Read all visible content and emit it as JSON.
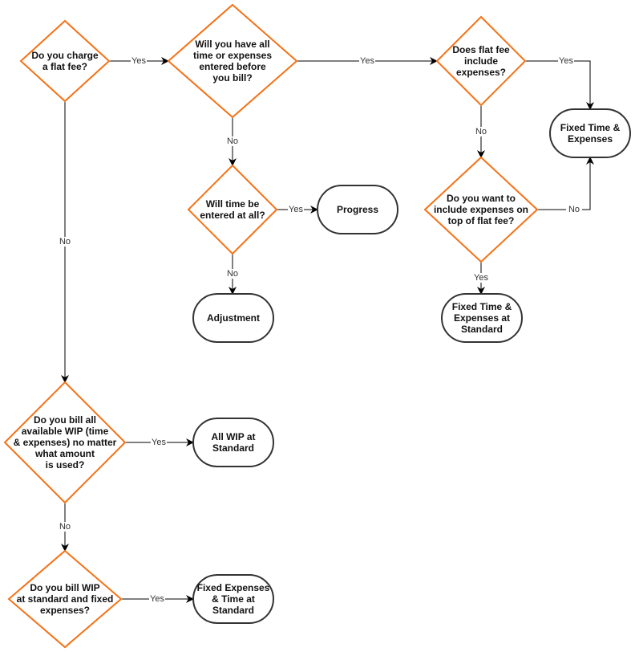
{
  "colors": {
    "decision_stroke": "#f47216",
    "terminal_stroke": "#333333",
    "edge": "#000000"
  },
  "nodes": {
    "flat_fee": {
      "type": "decision",
      "lines": [
        "Do you charge",
        "a flat fee?"
      ]
    },
    "time_entered_before": {
      "type": "decision",
      "lines": [
        "Will you have all",
        "time or expenses",
        "entered before",
        "you bill?"
      ]
    },
    "fee_includes_expenses": {
      "type": "decision",
      "lines": [
        "Does flat fee",
        "include",
        "expenses?"
      ]
    },
    "time_entered_at_all": {
      "type": "decision",
      "lines": [
        "Will time be",
        "entered at all?"
      ]
    },
    "include_expenses_on_top": {
      "type": "decision",
      "lines": [
        "Do you want to",
        "include expenses on",
        "top of flat fee?"
      ]
    },
    "bill_all_wip": {
      "type": "decision",
      "lines": [
        "Do you bill all",
        "available WIP (time",
        "& expenses) no matter",
        "what amount",
        "is used?"
      ]
    },
    "bill_wip_standard_fixed": {
      "type": "decision",
      "lines": [
        "Do you bill WIP",
        "at standard and fixed",
        "expenses?"
      ]
    },
    "progress": {
      "type": "terminal",
      "lines": [
        "Progress"
      ]
    },
    "adjustment": {
      "type": "terminal",
      "lines": [
        "Adjustment"
      ]
    },
    "fixed_time_expenses": {
      "type": "terminal",
      "lines": [
        "Fixed Time &",
        "Expenses"
      ]
    },
    "fixed_time_expenses_standard": {
      "type": "terminal",
      "lines": [
        "Fixed Time &",
        "Expenses at",
        "Standard"
      ]
    },
    "all_wip_standard": {
      "type": "terminal",
      "lines": [
        "All WIP at",
        "Standard"
      ]
    },
    "fixed_expenses_time_standard": {
      "type": "terminal",
      "lines": [
        "Fixed Expenses",
        "& Time at",
        "Standard"
      ]
    }
  },
  "edges": [
    {
      "from": "flat_fee",
      "to": "time_entered_before",
      "label": "Yes"
    },
    {
      "from": "time_entered_before",
      "to": "fee_includes_expenses",
      "label": "Yes"
    },
    {
      "from": "fee_includes_expenses",
      "to": "fixed_time_expenses",
      "label": "Yes"
    },
    {
      "from": "fee_includes_expenses",
      "to": "include_expenses_on_top",
      "label": "No"
    },
    {
      "from": "include_expenses_on_top",
      "to": "fixed_time_expenses",
      "label": "No"
    },
    {
      "from": "include_expenses_on_top",
      "to": "fixed_time_expenses_standard",
      "label": "Yes"
    },
    {
      "from": "time_entered_before",
      "to": "time_entered_at_all",
      "label": "No"
    },
    {
      "from": "time_entered_at_all",
      "to": "progress",
      "label": "Yes"
    },
    {
      "from": "time_entered_at_all",
      "to": "adjustment",
      "label": "No"
    },
    {
      "from": "flat_fee",
      "to": "bill_all_wip",
      "label": "No"
    },
    {
      "from": "bill_all_wip",
      "to": "all_wip_standard",
      "label": "Yes"
    },
    {
      "from": "bill_all_wip",
      "to": "bill_wip_standard_fixed",
      "label": "No"
    },
    {
      "from": "bill_wip_standard_fixed",
      "to": "fixed_expenses_time_standard",
      "label": "Yes"
    }
  ]
}
